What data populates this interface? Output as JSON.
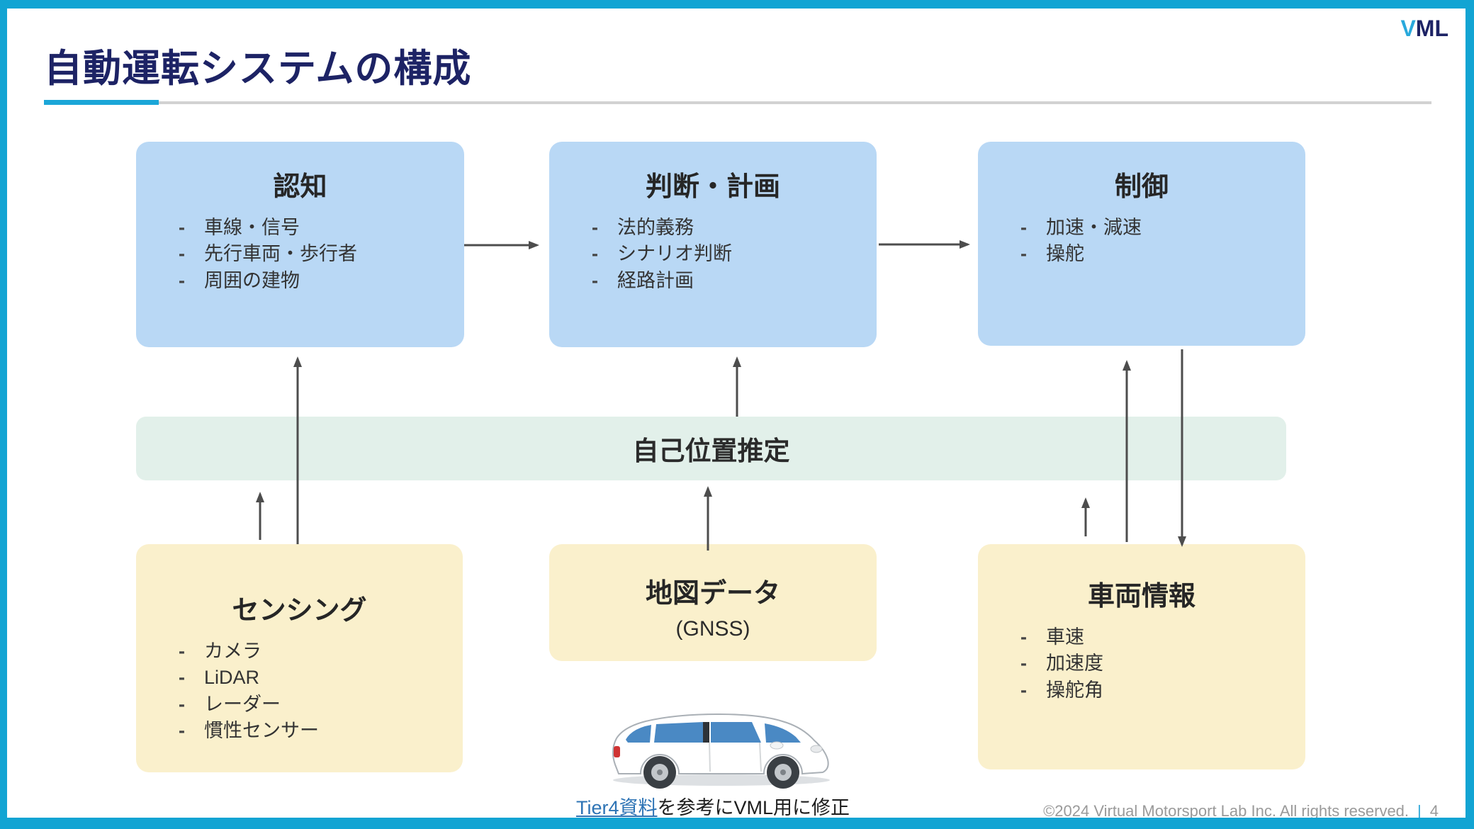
{
  "slide": {
    "title": "自動運転システムの構成",
    "logo": {
      "v": "V",
      "ml": "ML"
    },
    "caption": {
      "link_text": "Tier4資料",
      "rest_text": "を参考にVML用に修正"
    },
    "footer": {
      "copyright": "©2024 Virtual Motorsport Lab Inc. All rights reserved.",
      "separator": "|",
      "page_number": "4"
    }
  },
  "ui": {
    "bullet": "-"
  },
  "boxes": {
    "recognition": {
      "title": "認知",
      "items": [
        "車線・信号",
        "先行車両・歩行者",
        "周囲の建物"
      ]
    },
    "planning": {
      "title": "判断・計画",
      "items": [
        "法的義務",
        "シナリオ判断",
        "経路計画"
      ]
    },
    "control": {
      "title": "制御",
      "items": [
        "加速・減速",
        "操舵"
      ]
    },
    "localization": {
      "title": "自己位置推定"
    },
    "sensing": {
      "title": "センシング",
      "items": [
        "カメラ",
        "LiDAR",
        "レーダー",
        "慣性センサー"
      ]
    },
    "map_data": {
      "title": "地図データ",
      "subtitle": "(GNSS)"
    },
    "vehicle_info": {
      "title": "車両情報",
      "items": [
        "車速",
        "加速度",
        "操舵角"
      ]
    }
  },
  "colors": {
    "frame_cyan": "#12a4d3",
    "accent_cyan": "#1ba6d8",
    "title_navy": "#1d2365",
    "box_blue": "#b9d8f5",
    "box_yellow": "#faf0cc",
    "band_green": "#e2f0ea",
    "arrow_gray": "#4d4d4d",
    "link_blue": "#2e74b5",
    "footer_gray": "#9a9a9a"
  }
}
